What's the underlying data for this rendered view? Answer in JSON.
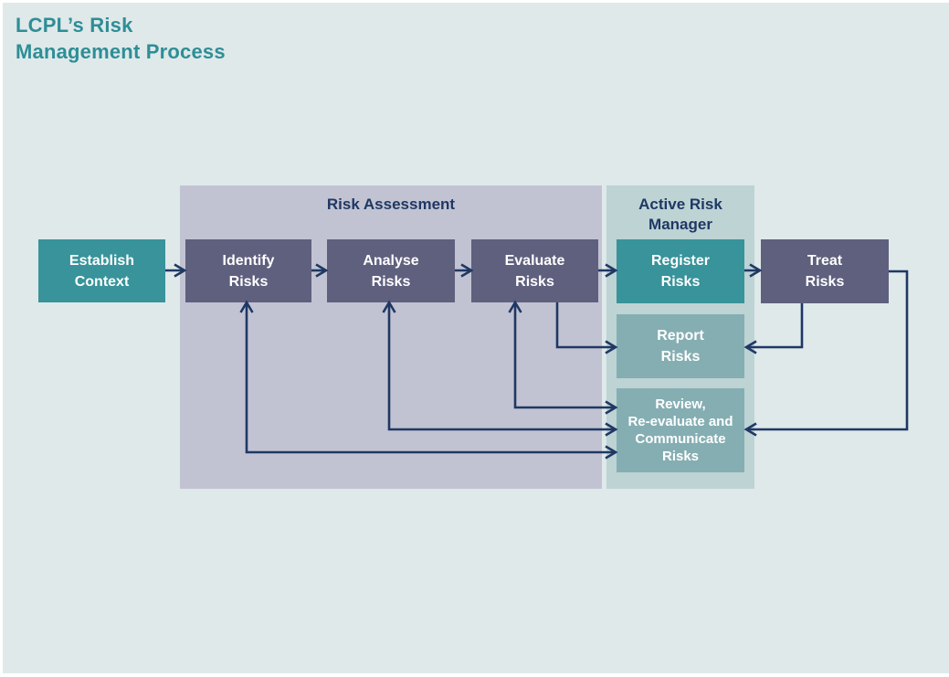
{
  "title": {
    "lines": [
      "LCPL’s Risk",
      "Management Process"
    ]
  },
  "colors": {
    "background": "#DFE9EA",
    "page_border": "#FFFFFF",
    "title_text": "#2E8E96",
    "heading_text": "#1F3864",
    "arrow": "#1F3864",
    "teal_box": "#38939A",
    "dark_box": "#5F607E",
    "muted_teal_box": "#85AEB2",
    "risk_assessment_group_bg": "#C2C3D2",
    "active_risk_manager_group_bg": "#BDD3D4",
    "box_text": "#FFFFFF"
  },
  "diagram": {
    "groups": [
      {
        "id": "risk-assessment",
        "lines": [
          "Risk Assessment"
        ]
      },
      {
        "id": "active-risk-manager",
        "lines": [
          "Active Risk",
          "Manager"
        ]
      }
    ],
    "nodes": [
      {
        "id": "establish-context",
        "lines": [
          "Establish",
          "Context"
        ],
        "style": "teal"
      },
      {
        "id": "identify-risks",
        "lines": [
          "Identify",
          "Risks"
        ],
        "style": "dark",
        "group": "risk-assessment"
      },
      {
        "id": "analyse-risks",
        "lines": [
          "Analyse",
          "Risks"
        ],
        "style": "dark",
        "group": "risk-assessment"
      },
      {
        "id": "evaluate-risks",
        "lines": [
          "Evaluate",
          "Risks"
        ],
        "style": "dark",
        "group": "risk-assessment"
      },
      {
        "id": "register-risks",
        "lines": [
          "Register",
          "Risks"
        ],
        "style": "teal",
        "group": "active-risk-manager"
      },
      {
        "id": "report-risks",
        "lines": [
          "Report",
          "Risks"
        ],
        "style": "muted",
        "group": "active-risk-manager"
      },
      {
        "id": "review-risks",
        "lines": [
          "Review,",
          "Re-evaluate and",
          "Communicate",
          "Risks"
        ],
        "style": "muted",
        "group": "active-risk-manager"
      },
      {
        "id": "treat-risks",
        "lines": [
          "Treat",
          "Risks"
        ],
        "style": "dark"
      }
    ],
    "edges": [
      {
        "from": "establish-context",
        "to": "identify-risks",
        "arrows": "end"
      },
      {
        "from": "identify-risks",
        "to": "analyse-risks",
        "arrows": "end"
      },
      {
        "from": "analyse-risks",
        "to": "evaluate-risks",
        "arrows": "end"
      },
      {
        "from": "evaluate-risks",
        "to": "register-risks",
        "arrows": "end"
      },
      {
        "from": "register-risks",
        "to": "treat-risks",
        "arrows": "end"
      },
      {
        "from": "evaluate-risks",
        "to": "report-risks",
        "arrows": "end"
      },
      {
        "from": "treat-risks",
        "to": "report-risks",
        "arrows": "end"
      },
      {
        "from": "treat-risks",
        "to": "review-risks",
        "arrows": "end"
      },
      {
        "from": "review-risks",
        "to": "evaluate-risks",
        "arrows": "both"
      },
      {
        "from": "review-risks",
        "to": "analyse-risks",
        "arrows": "both"
      },
      {
        "from": "review-risks",
        "to": "identify-risks",
        "arrows": "both"
      }
    ]
  }
}
